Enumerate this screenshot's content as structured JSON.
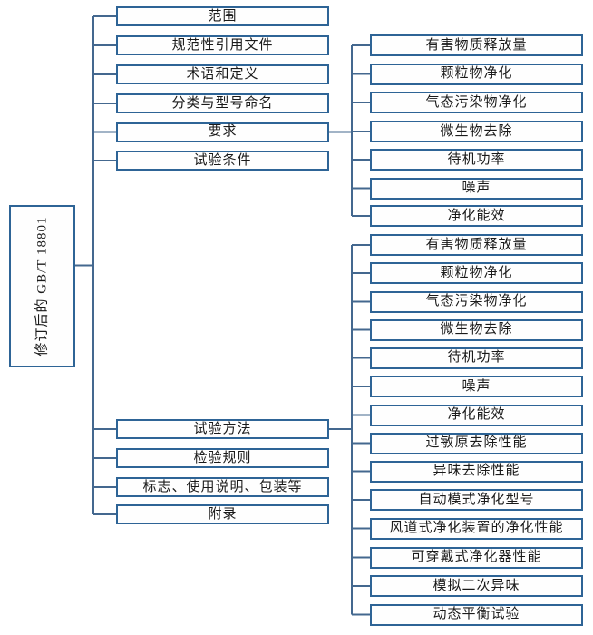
{
  "diagram": {
    "title_node": {
      "label": "修订后的 GB/T 18801"
    },
    "sections": [
      {
        "label": "范围"
      },
      {
        "label": "规范性引用文件"
      },
      {
        "label": "术语和定义"
      },
      {
        "label": "分类与型号命名"
      },
      {
        "label": "要求",
        "children_ref": "requirements"
      },
      {
        "label": "试验条件"
      },
      {
        "label": "试验方法",
        "children_ref": "test_methods"
      },
      {
        "label": "检验规则"
      },
      {
        "label": "标志、使用说明、包装等"
      },
      {
        "label": "附录"
      }
    ],
    "requirements": [
      "有害物质释放量",
      "颗粒物净化",
      "气态污染物净化",
      "微生物去除",
      "待机功率",
      "噪声",
      "净化能效"
    ],
    "test_methods": [
      "有害物质释放量",
      "颗粒物净化",
      "气态污染物净化",
      "微生物去除",
      "待机功率",
      "噪声",
      "净化能效",
      "过敏原去除性能",
      "异味去除性能",
      "自动模式净化型号",
      "风道式净化装置的净化性能",
      "可穿戴式净化器性能",
      "模拟二次异味",
      "动态平衡试验"
    ],
    "colors": {
      "box_border": "#2e6496",
      "connector_line": "#44688f",
      "text": "#1a1a1a",
      "background": "#ffffff"
    }
  }
}
